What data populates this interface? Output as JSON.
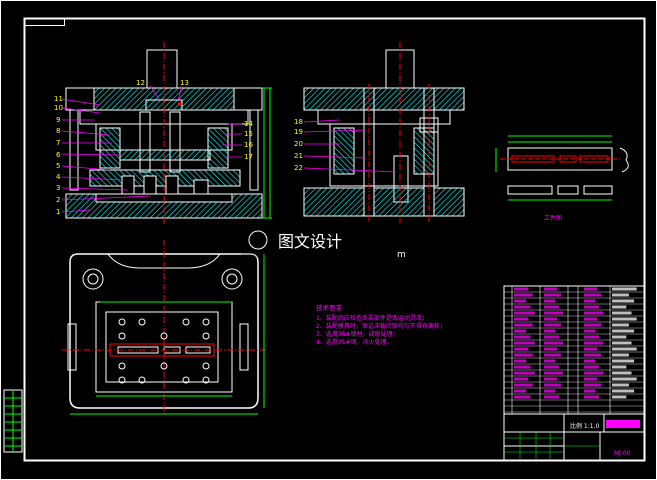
{
  "drawing": {
    "colors": {
      "background": "#000000",
      "frame": "#ffffff",
      "outline": "#ffffff",
      "hatch": "#00ffff",
      "dimension": "#00ff00",
      "leader": "#ff00ff",
      "text_notes": "#ff00ff",
      "hidden": "#ffff00"
    },
    "front_view": {
      "labels_left": [
        "11",
        "10",
        "9",
        "8",
        "7",
        "6",
        "5",
        "4",
        "3",
        "2",
        "1"
      ],
      "labels_top": [
        "12",
        "13"
      ],
      "labels_right": [
        "14",
        "15",
        "16",
        "17"
      ]
    },
    "side_view": {
      "labels_left": [
        "18",
        "19",
        "20",
        "21",
        "22"
      ]
    },
    "part_view": {
      "caption": "工件图"
    },
    "watermark": {
      "text": "图文设计",
      "mark": "m"
    },
    "notes": {
      "title": "技术要求",
      "items": [
        "1、装配后应检查各零部件是否运动灵活；",
        "2、装配模具时，保证冲裁间隙均匀不得有偏移；",
        "3、选用38#钢材，调质处理；",
        "4、选用35#钢，淬火处理。"
      ]
    },
    "title_block": {
      "scale": "比例 1:1.0",
      "drawing_no": "MJ-00"
    }
  }
}
